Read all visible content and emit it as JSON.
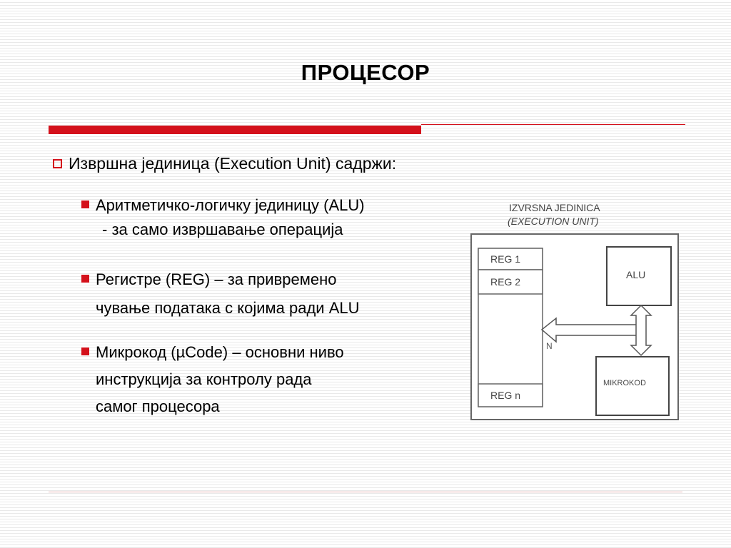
{
  "slide": {
    "title": "ПРОЦЕСОР",
    "intro": "Извршна јединица (Execution Unit) садржи:",
    "bullets": [
      {
        "lines": [
          "Аритметичко-логичку јединицу (ALU)",
          "- за само извршавање операција"
        ]
      },
      {
        "lines": [
          "Регистре (REG) – за привремено",
          "чување података с којима ради ALU"
        ]
      },
      {
        "lines": [
          "Микрокод (µCode) – основни ниво",
          "инструкција за контролу рада",
          "самог процесора"
        ]
      }
    ]
  },
  "diagram": {
    "heading_line1": "IZVRSNA JEDINICA",
    "heading_line2": "(EXECUTION UNIT)",
    "reg1": "REG 1",
    "reg2": "REG 2",
    "regn": "REG n",
    "alu": "ALU",
    "mikrokod": "MIKROKOD",
    "bus_label": "N"
  },
  "colors": {
    "accent": "#d4111b",
    "diagram_stroke": "#555555"
  }
}
